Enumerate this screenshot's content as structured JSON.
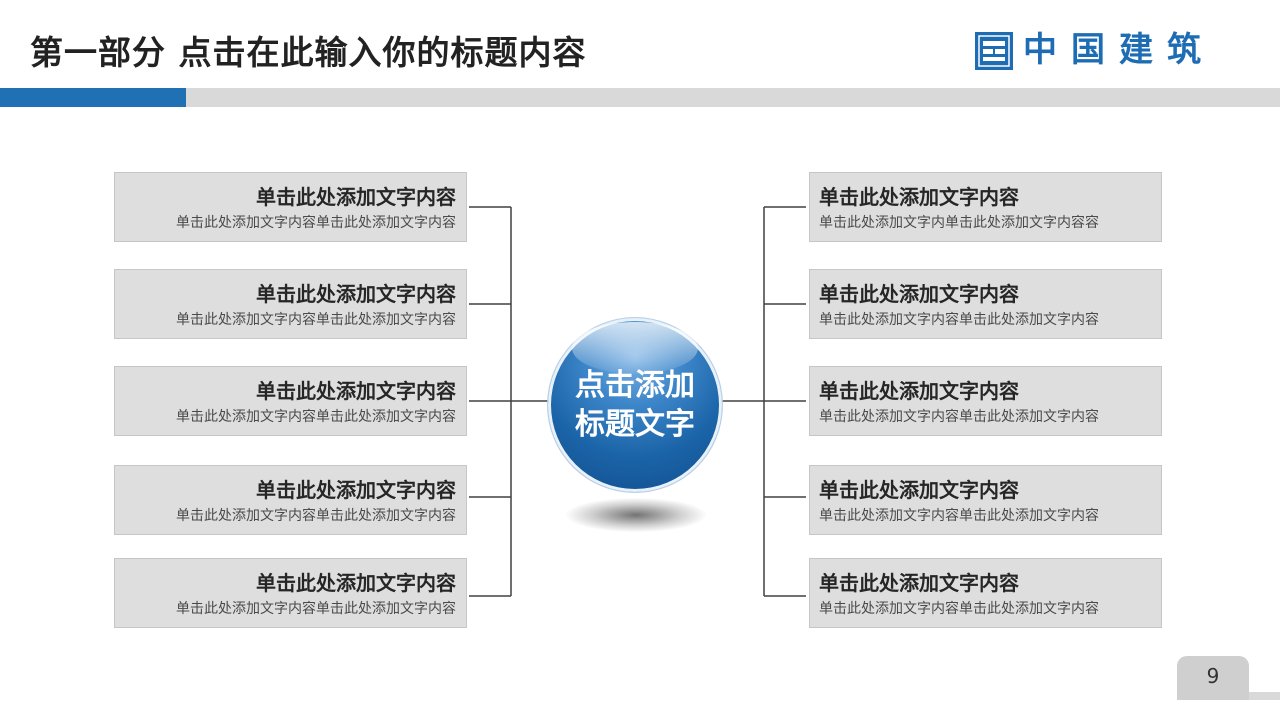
{
  "slide": {
    "title": "第一部分   点击在此输入你的标题内容",
    "logo_text": "中国建筑",
    "page_number": "9"
  },
  "center": {
    "line1": "点击添加",
    "line2": "标题文字"
  },
  "left_items": [
    {
      "heading": "单击此处添加文字内容",
      "body": "单击此处添加文字内容单击此处添加文字内容"
    },
    {
      "heading": "单击此处添加文字内容",
      "body": "单击此处添加文字内容单击此处添加文字内容"
    },
    {
      "heading": "单击此处添加文字内容",
      "body": "单击此处添加文字内容单击此处添加文字内容"
    },
    {
      "heading": "单击此处添加文字内容",
      "body": "单击此处添加文字内容单击此处添加文字内容"
    },
    {
      "heading": "单击此处添加文字内容",
      "body": "单击此处添加文字内容单击此处添加文字内容"
    }
  ],
  "right_items": [
    {
      "heading": "单击此处添加文字内容",
      "body": "单击此处添加文字内单击此处添加文字内容容"
    },
    {
      "heading": "单击此处添加文字内容",
      "body": "单击此处添加文字内容单击此处添加文字内容"
    },
    {
      "heading": "单击此处添加文字内容",
      "body": "单击此处添加文字内容单击此处添加文字内容"
    },
    {
      "heading": "单击此处添加文字内容",
      "body": "单击此处添加文字内容单击此处添加文字内容"
    },
    {
      "heading": "单击此处添加文字内容",
      "body": "单击此处添加文字内容单击此处添加文字内容"
    }
  ],
  "colors": {
    "accent_blue": "#1f71b4",
    "box_fill": "#dedede",
    "line": "#404040"
  },
  "icons": {
    "logo": "cscec-logo-icon"
  }
}
